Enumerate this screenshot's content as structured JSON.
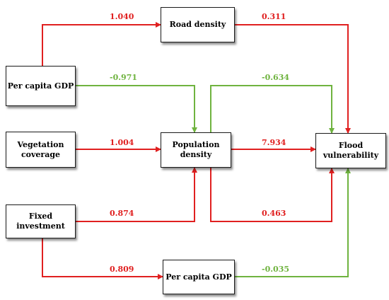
{
  "nodes": [
    {
      "id": "road",
      "label": "Road density"
    },
    {
      "id": "gdp_top",
      "label": "Per capita GDP"
    },
    {
      "id": "veg",
      "label": "Vegetation\ncoverage"
    },
    {
      "id": "pop",
      "label": "Population\ndensity"
    },
    {
      "id": "flood",
      "label": "Flood\nvulnerability"
    },
    {
      "id": "fixed",
      "label": "Fixed investment"
    },
    {
      "id": "gdp_bottom",
      "label": "Per capita GDP"
    }
  ],
  "edges": [
    {
      "id": "fixed-to-road",
      "from": "gdp_top",
      "to": "road",
      "coefficient": "1.040",
      "sign": "positive"
    },
    {
      "id": "road-to-flood",
      "from": "road",
      "to": "flood",
      "coefficient": "0.311",
      "sign": "positive"
    },
    {
      "id": "gdp-to-pop",
      "from": "gdp_top",
      "to": "pop",
      "coefficient": "-0.971",
      "sign": "negative"
    },
    {
      "id": "pop-to-flood-top",
      "from": "pop",
      "to": "flood",
      "coefficient": "-0.634",
      "sign": "negative"
    },
    {
      "id": "veg-to-pop",
      "from": "veg",
      "to": "pop",
      "coefficient": "1.004",
      "sign": "positive"
    },
    {
      "id": "pop-to-flood",
      "from": "pop",
      "to": "flood",
      "coefficient": "7.934",
      "sign": "positive"
    },
    {
      "id": "fixed-to-pop",
      "from": "fixed",
      "to": "pop",
      "coefficient": "0.874",
      "sign": "positive"
    },
    {
      "id": "pop-to-flood-bottom",
      "from": "pop",
      "to": "flood",
      "coefficient": "0.463",
      "sign": "positive"
    },
    {
      "id": "fixed-to-gdp-bottom",
      "from": "fixed",
      "to": "gdp_bottom",
      "coefficient": "0.809",
      "sign": "positive"
    },
    {
      "id": "gdpb-to-flood",
      "from": "gdp_bottom",
      "to": "flood",
      "coefficient": "-0.035",
      "sign": "negative"
    }
  ],
  "colors": {
    "positive": "#e02020",
    "negative": "#6fb33f",
    "box_border": "#1a1a1a"
  }
}
